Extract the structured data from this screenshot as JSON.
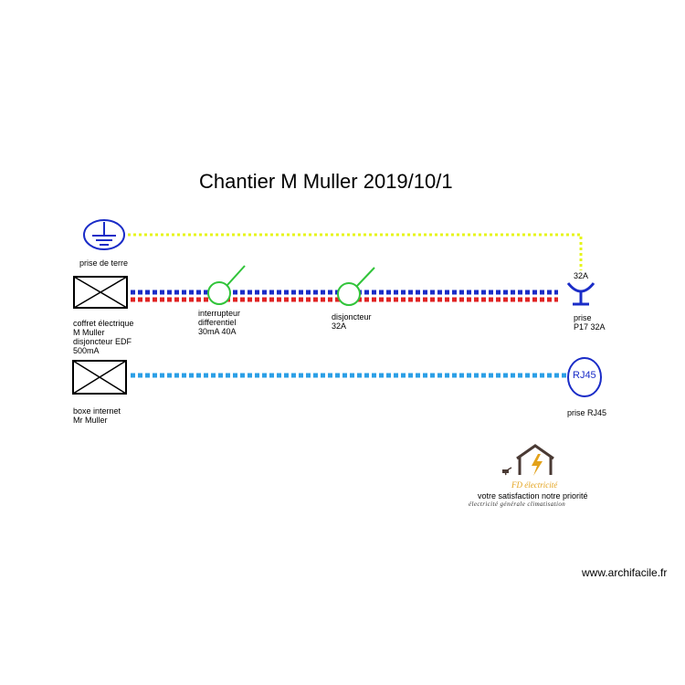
{
  "title": "Chantier M Muller 2019/10/1",
  "labels": {
    "earth": "prise de terre",
    "panel": "coffret électrique\nM Muller\ndisjoncteur EDF\n500mA",
    "rcd": "interrupteur\ndifferentiel\n30mA 40A",
    "breaker": "disjoncteur\n32A",
    "socket": "prise\nP17 32A",
    "socket_rating": "32A",
    "box": "boxe internet\nMr Muller",
    "rj45_symbol": "RJ45",
    "rj45": "prise RJ45"
  },
  "logo": {
    "brand": "FD électricité",
    "tagline": "votre satisfaction notre priorité",
    "subline": "électricité générale climatisation"
  },
  "credit": "www.archifacile.fr",
  "colors": {
    "earth_line": "#e6f51b",
    "live_line": "#1a2cc7",
    "neutral_line": "#e02323",
    "network_line": "#2b9fe6",
    "switch_green": "#31c43a",
    "symbol_blue": "#1a2cc7",
    "logo_gold": "#e3a21a",
    "logo_brown": "#4a3a34"
  }
}
